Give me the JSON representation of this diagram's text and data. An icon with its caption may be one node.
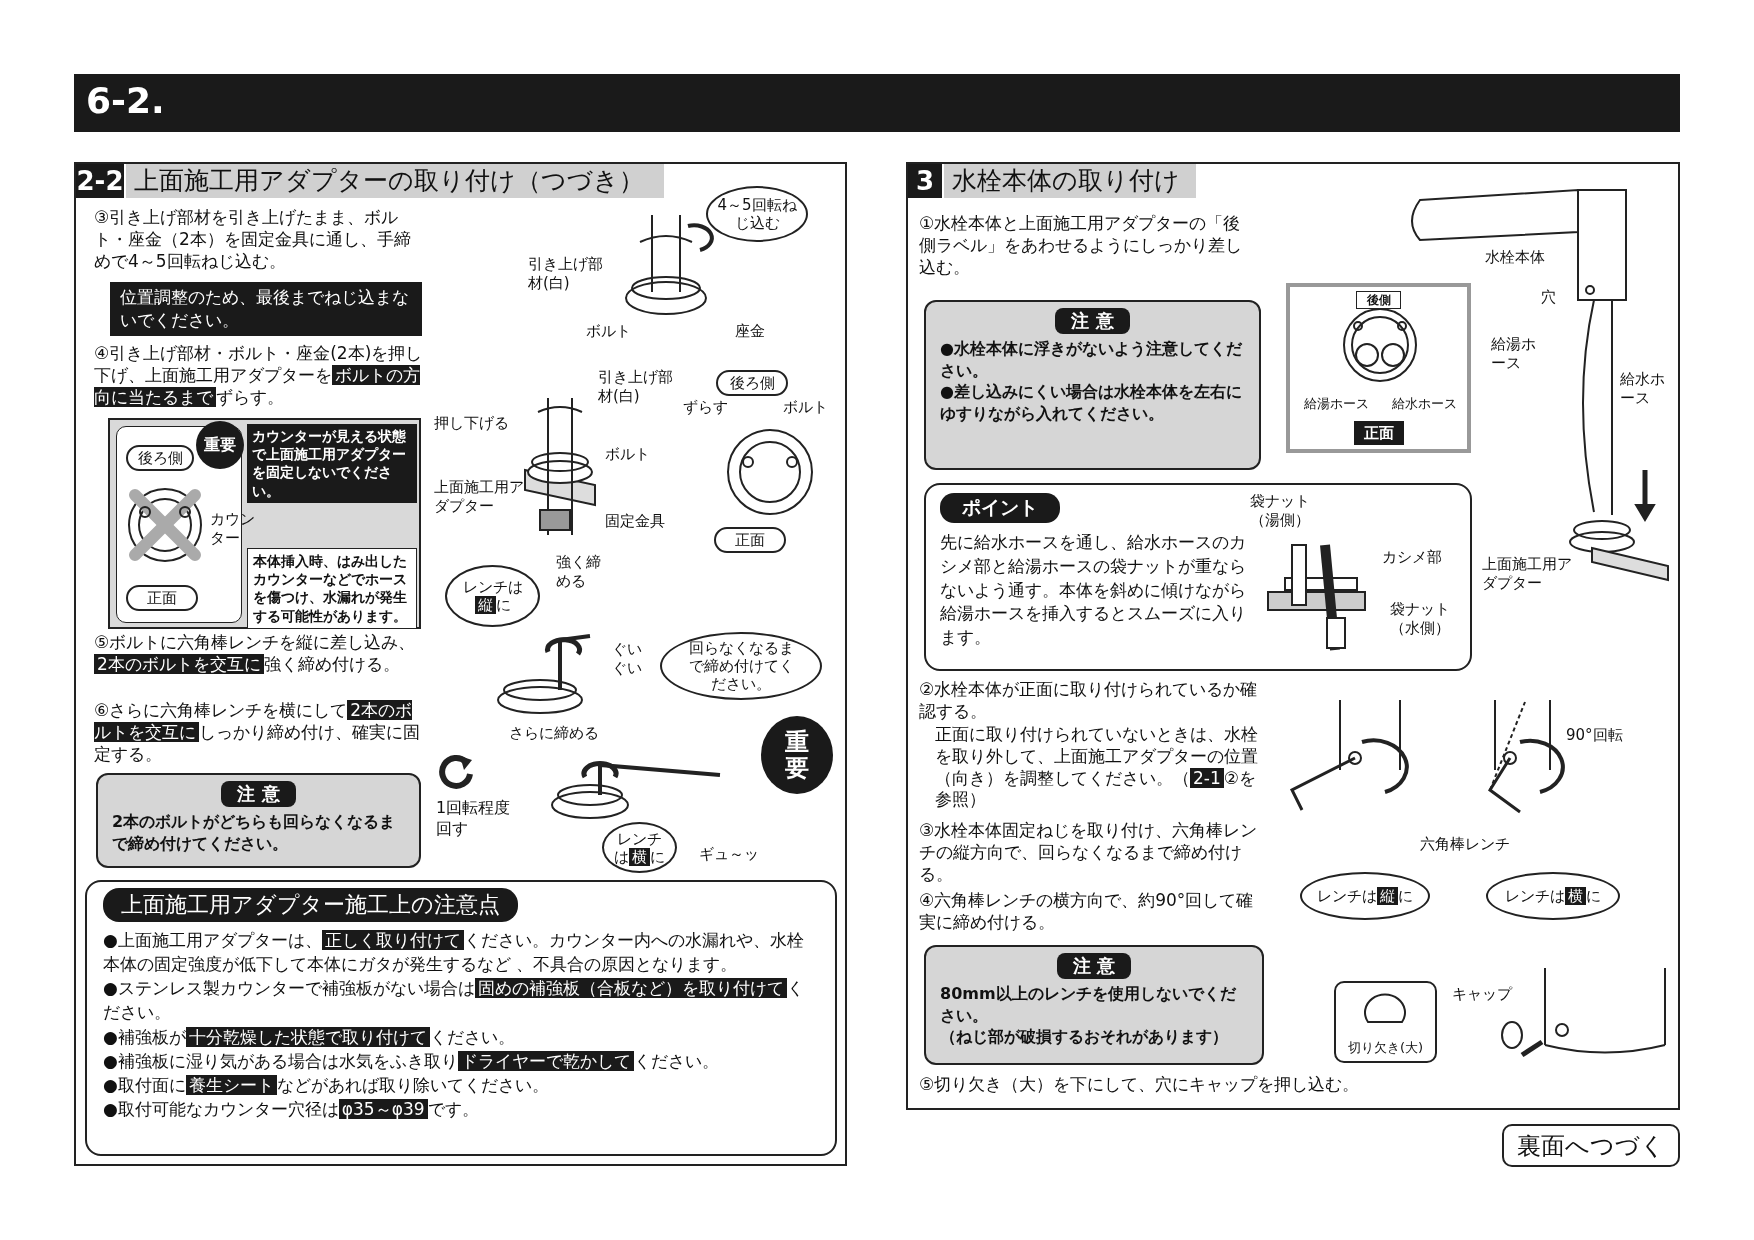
{
  "diagram": {
    "title": "6-2.",
    "nodes": [
      {
        "text": [
          "2-2",
          "上面施工用アダプターの取り付け（つづき）"
        ]
      },
      {
        "text": [
          "4～5回転ねじ込む"
        ],
        "in": 0
      },
      {
        "text": [
          "位置調整のため、最後までねじ込まないでください。"
        ],
        "in": 0
      },
      {
        "text": [
          "カウンターが見える状態で上面施工用アダプターを固定しないでください。",
          "本体挿入時、はみ出したカウンターなどでホースを傷つけ、水漏れが発生する可能性があります。"
        ],
        "in": 0
      },
      {
        "text": [
          "重要"
        ],
        "in": 3
      },
      {
        "text": [
          "後ろ側"
        ],
        "in": 3
      },
      {
        "text": [
          "正面"
        ],
        "in": 3
      },
      {
        "text": [
          "後ろ側"
        ],
        "in": 0
      },
      {
        "text": [
          "正面"
        ],
        "in": 0
      },
      {
        "text": [
          "レンチは**縦**に"
        ],
        "in": 0
      },
      {
        "text": [
          "回らなくなるまで締め付けてください。"
        ],
        "in": 0
      },
      {
        "text": [
          "重要"
        ],
        "in": 0
      },
      {
        "text": [
          "1回転程度回す"
        ],
        "in": 0
      },
      {
        "text": [
          "レンチは**横**に"
        ],
        "in": 0
      },
      {
        "text": [
          "注 意",
          "2本のボルトがどちらも回らなくなるまで締め付けてください。"
        ],
        "in": 0
      },
      {
        "text": [
          "上面施工用アダプター施工上の注意点",
          "●上面施工用アダプターは、**正しく取り付けて**ください。カウンター内への水漏れや、水栓本体の固定強度が低下して本体にガタが発生するなど 、不具合の原因となります。",
          "●ステンレス製カウンターで補強板がない場合は**固めの補強板（合板など）を取り付けて**ください。",
          "●補強板が**十分乾燥した状態で取り付けて**ください。",
          "●補強板に湿り気がある場合は水気をふき取り**ドライヤーで乾かして**ください。",
          "●取付面に**養生シート**などがあれば取り除いてください。",
          "●取付可能なカウンター穴径は**φ35～φ39**です。"
        ],
        "in": 0
      },
      {
        "text": [
          "3",
          "水栓本体の取り付け"
        ]
      },
      {
        "text": [
          "注 意",
          "●水栓本体に浮きがないよう注意してください。",
          "●差し込みにくい場合は水栓本体を左右にゆすりながら入れてください。"
        ],
        "in": 16
      },
      {
        "text": [
          "後側",
          "給湯ホース",
          "給水ホース",
          "正面"
        ],
        "in": 16
      },
      {
        "text": [
          "ポイント",
          "先に給水ホースを通し、給水ホースのカシメ部と給湯ホースの袋ナットが重ならないよう通す。本体を斜めに傾けながら給湯ホースを挿入するとスムーズに入ります。"
        ],
        "in": 16
      },
      {
        "text": [
          "レンチは**縦**に"
        ],
        "in": 16
      },
      {
        "text": [
          "レンチは**横**に"
        ],
        "in": 16
      },
      {
        "text": [
          "注 意",
          "80mm以上のレンチを使用しないでください。",
          "（ねじ部が破損するおそれがあります）"
        ],
        "in": 16
      },
      {
        "text": [
          "切り欠き(大)"
        ],
        "in": 16
      },
      {
        "text": [
          "裏面へつづく"
        ]
      }
    ],
    "labels": [
      "③引き上げ部材を引き上げたまま、ボルト・座金（2本）を固定金具に通し、手締めで4～5回転ねじ込む。",
      "引き上げ部材(白)",
      "ボルト",
      "座金",
      "④引き上げ部材・ボルト・座金(2本)を押し下げ、上面施工用アダプターを**ボルトの方向に当たるまで**ずらす。",
      "押し下げる",
      "引き上げ部材(白)",
      "ボルト",
      "上面施工用アダプター",
      "固定金具",
      "ずらす",
      "ボルト",
      "カウンター",
      "⑤ボルトに六角棒レンチを縦に差し込み、**2本のボルトを交互に**強く締め付ける。",
      "強く締める",
      "ぐいぐい",
      "⑥さらに六角棒レンチを横にして**2本のボルトを交互に**しっかり締め付け、確実に固定する。",
      "さらに締める",
      "ギュ～ッ",
      "①水栓本体と上面施工用アダプターの「後側ラベル」をあわせるようにしっかり差し込む。",
      "水栓本体",
      "穴",
      "給湯ホース",
      "給水ホース",
      "上面施工用アダプター",
      "袋ナット（湯側）",
      "カシメ部",
      "袋ナット（水側）",
      "②水栓本体が正面に取り付けられているか確認する。",
      "正面に取り付けられていないときは、水栓を取り外して、上面施工アダプターの位置（向き）を調整してください。（**2-1**②を参照）",
      "90°回転",
      "六角棒レンチ",
      "③水栓本体固定ねじを取り付け、六角棒レンチの縦方向で、回らなくなるまで締め付ける。",
      "④六角棒レンチの横方向で、約90°回して確実に締め付ける。",
      "キャップ",
      "⑤切り欠き（大）を下にして、穴にキャップを押し込む。"
    ]
  }
}
